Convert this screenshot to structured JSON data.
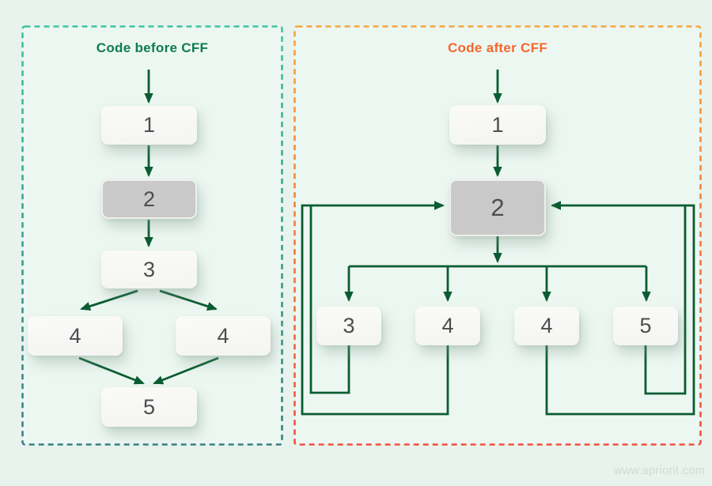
{
  "page": {
    "background_color": "#e8f3ed",
    "panel_fill_color": "#edf7f2",
    "watermark": "www.apriorit.com"
  },
  "colors": {
    "arrow": "#0a5c31",
    "node_fill": "#f7f8f6",
    "node_highlight_fill": "#c9c9c9",
    "node_text": "#4d4d4d"
  },
  "panels": {
    "before": {
      "title": "Code before CFF",
      "title_color": "#0e7b51",
      "border_top_color": "#3cc3a3",
      "border_bottom_color": "#377f83",
      "nodes": [
        {
          "label": "1",
          "highlighted": false
        },
        {
          "label": "2",
          "highlighted": true
        },
        {
          "label": "3",
          "highlighted": false
        },
        {
          "label": "4",
          "highlighted": false
        },
        {
          "label": "4",
          "highlighted": false
        },
        {
          "label": "5",
          "highlighted": false
        }
      ]
    },
    "after": {
      "title": "Code after CFF",
      "title_color": "#f4672b",
      "border_top_color": "#f6a53c",
      "border_bottom_color": "#f4503c",
      "nodes": [
        {
          "label": "1",
          "highlighted": false
        },
        {
          "label": "2",
          "highlighted": true
        },
        {
          "label": "3",
          "highlighted": false
        },
        {
          "label": "4",
          "highlighted": false
        },
        {
          "label": "4",
          "highlighted": false
        },
        {
          "label": "5",
          "highlighted": false
        }
      ]
    }
  }
}
